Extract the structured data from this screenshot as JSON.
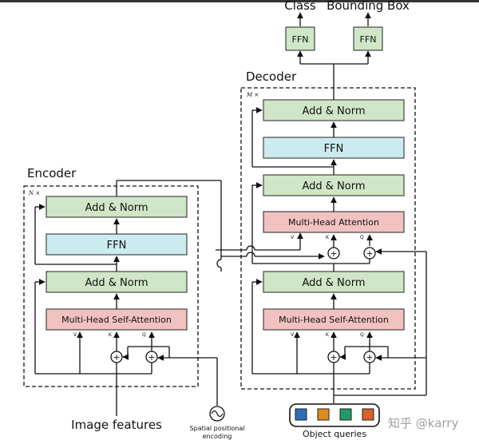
{
  "encoder": {
    "title": "Encoder",
    "repeat": "N ×",
    "add_norm_top": "Add & Norm",
    "ffn": "FFN",
    "add_norm_bottom": "Add & Norm",
    "self_attention": "Multi-Head Self-Attention",
    "v": "V",
    "k": "K",
    "q": "Q"
  },
  "decoder": {
    "title": "Decoder",
    "repeat": "M ×",
    "add_norm_top": "Add & Norm",
    "ffn": "FFN",
    "add_norm_mid": "Add & Norm",
    "cross_attention": "Multi-Head  Attention",
    "add_norm_bottom": "Add & Norm",
    "self_attention": "Multi-Head  Self-Attention",
    "cross_v": "V",
    "cross_k": "K",
    "cross_q": "Q",
    "v": "V",
    "k": "K",
    "q": "Q"
  },
  "heads": {
    "class_title": "Class",
    "box_title": "Bounding Box",
    "class_ffn": "FFN",
    "box_ffn": "FFN"
  },
  "inputs": {
    "image_features": "Image features",
    "spatial_line1": "Spatial positional",
    "spatial_line2": "encoding",
    "object_queries": "Object queries",
    "query_colors": [
      "#2e6db5",
      "#e08a1e",
      "#1f9a6a",
      "#d9602a"
    ]
  },
  "watermark": "知乎 @karry",
  "colors": {
    "add_norm": "#cfe6c7",
    "ffn": "#ccebee",
    "attention": "#f2c2c0",
    "stroke": "#111111"
  }
}
